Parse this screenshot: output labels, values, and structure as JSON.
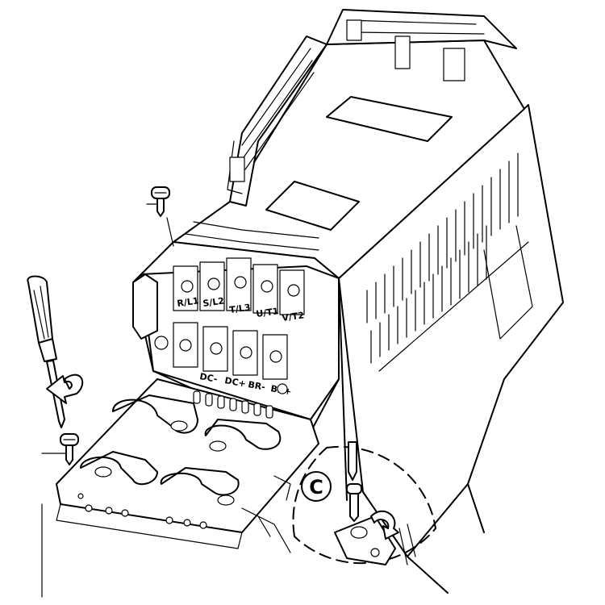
{
  "figure": {
    "callout_letter": "C",
    "terminal_labels_top": [
      "R/L1",
      "S/L2",
      "T/L3",
      "U/T1",
      "V/T2"
    ],
    "terminal_labels_bottom": [
      "DC-",
      "DC+",
      "BR-",
      "BR+"
    ]
  }
}
